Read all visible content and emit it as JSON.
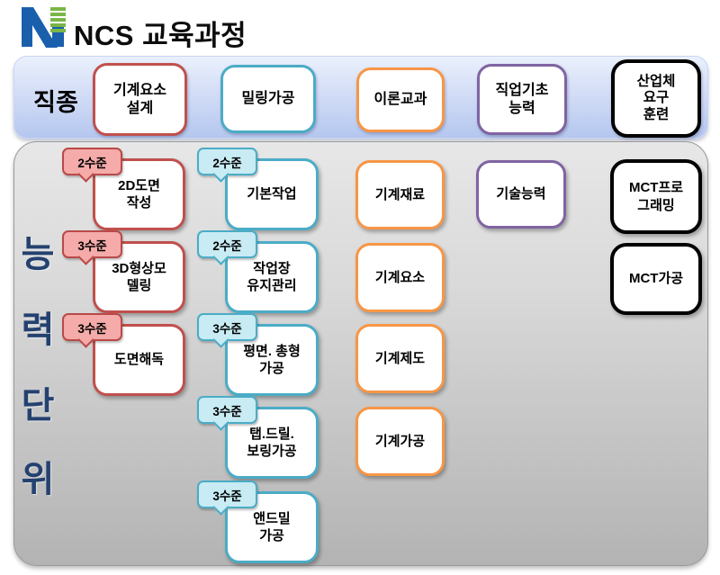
{
  "title_bar": {
    "logo": "N",
    "title": "NCS 교육과정"
  },
  "job_row": {
    "label": "직종",
    "boxes": [
      {
        "label": "기계요소\n설계",
        "color": "#c0504d"
      },
      {
        "label": "밀링가공",
        "color": "#4bacc6"
      },
      {
        "label": "이론교과",
        "color": "#f79646"
      },
      {
        "label": "직업기초\n능력",
        "color": "#8064a2"
      },
      {
        "label": "산업체\n요구\n훈련",
        "color": "#000000"
      }
    ]
  },
  "unit_area": {
    "side_label": "능력단위",
    "side_chars": [
      "능",
      "력",
      "단",
      "위"
    ],
    "columns": [
      {
        "theme": "red",
        "color": "#c0504d",
        "badge_bg": "#f4aba9",
        "items": [
          {
            "level": "2수준",
            "label": "2D도면\n작성"
          },
          {
            "level": "3수준",
            "label": "3D형상모\n델링"
          },
          {
            "level": "3수준",
            "label": "도면해독"
          }
        ]
      },
      {
        "theme": "teal",
        "color": "#4bacc6",
        "badge_bg": "#c8ebf4",
        "items": [
          {
            "level": "2수준",
            "label": "기본작업"
          },
          {
            "level": "2수준",
            "label": "작업장\n유지관리"
          },
          {
            "level": "3수준",
            "label": "평면. 총형\n가공"
          },
          {
            "level": "3수준",
            "label": "탭.드릴.\n보링가공"
          },
          {
            "level": "3수준",
            "label": "앤드밀\n가공"
          }
        ]
      },
      {
        "theme": "orange",
        "color": "#f79646",
        "items": [
          {
            "label": "기계재료"
          },
          {
            "label": "기계요소"
          },
          {
            "label": "기계제도"
          },
          {
            "label": "기계가공"
          }
        ]
      },
      {
        "theme": "purple",
        "color": "#8064a2",
        "items": [
          {
            "label": "기술능력"
          }
        ]
      },
      {
        "theme": "black",
        "color": "#000000",
        "items": [
          {
            "label": "MCT프로\n그래밍"
          },
          {
            "label": "MCT가공"
          }
        ]
      }
    ]
  },
  "palette": {
    "red": "#c0504d",
    "teal": "#4bacc6",
    "orange": "#f79646",
    "purple": "#8064a2",
    "black": "#000000",
    "red_badge_bg": "#f4aba9",
    "teal_badge_bg": "#c8ebf4",
    "bar_gradient_top": "#eaf0fc",
    "bar_gradient_bottom": "#b5c7ef",
    "panel_gradient_top": "#e7e7e7",
    "panel_gradient_bottom": "#b3b3b3",
    "side_label_color": "#24416f",
    "logo_blue": "#1a5fac",
    "logo_green": "#7ab648"
  }
}
